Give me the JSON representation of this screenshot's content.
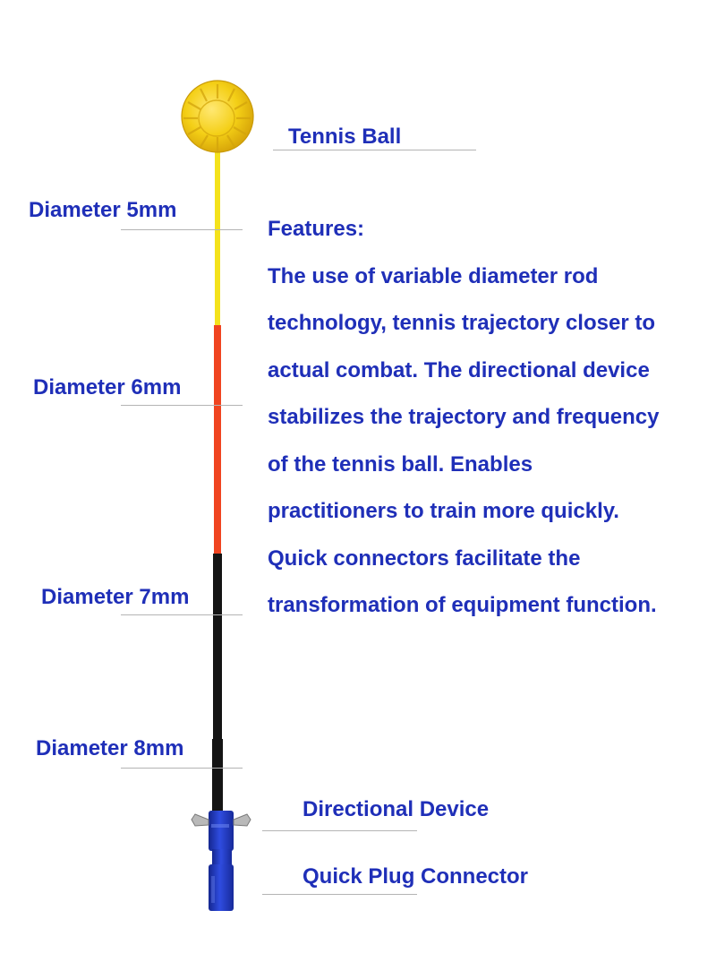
{
  "labels": {
    "tennis_ball": "Tennis Ball",
    "diameter_5": "Diameter 5mm",
    "diameter_6": "Diameter 6mm",
    "diameter_7": "Diameter 7mm",
    "diameter_8": "Diameter 8mm",
    "directional_device": "Directional Device",
    "quick_plug": "Quick Plug Connector"
  },
  "features": {
    "heading": "Features:",
    "lines": [
      "The use of variable diameter rod",
      "technology, tennis trajectory closer to",
      "actual combat. The directional device",
      "stabilizes the trajectory and frequency",
      "of the tennis ball. Enables",
      "practitioners to train more quickly.",
      "Quick connectors facilitate the",
      "transformation of equipment function."
    ]
  },
  "colors": {
    "text": "#1f2fb8",
    "ball": "#f2cc14",
    "rod_yellow": "#f4e21c",
    "rod_red": "#f04420",
    "rod_black": "#141414",
    "device_blue": "#2138c4"
  }
}
